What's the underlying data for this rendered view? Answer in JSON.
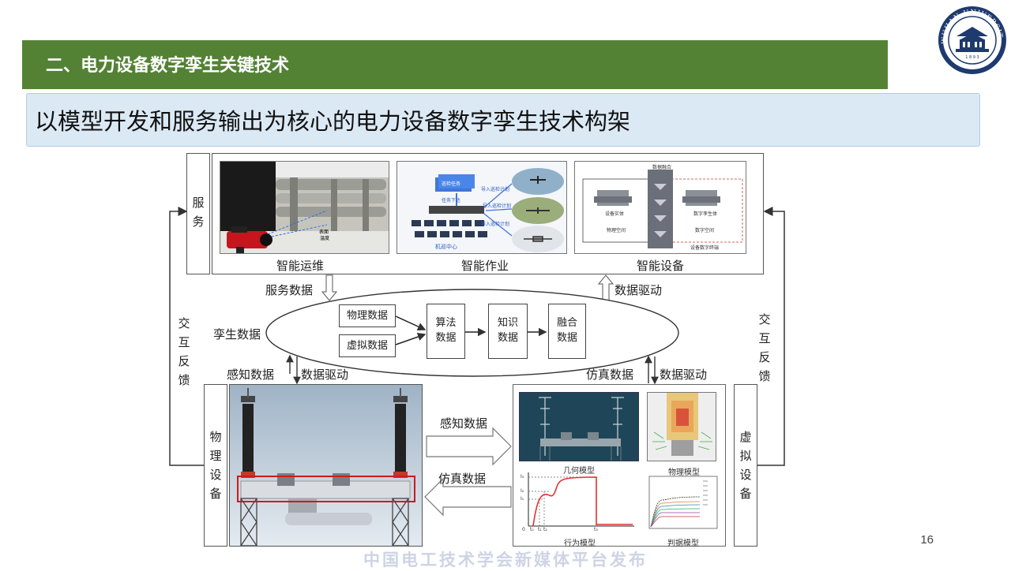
{
  "slide": {
    "section_title": "二、电力设备数字孪生关键技术",
    "subtitle": "以模型开发和服务输出为核心的电力设备数字孪生技术构架",
    "page_number": "16",
    "footer": "中国电工技术学会新媒体平台发布"
  },
  "logo": {
    "text": "WUHAN UNIVERSITY",
    "year": "1 8 9 3"
  },
  "diagram": {
    "service_label": "服务",
    "services": [
      {
        "caption": "智能运维",
        "inner": [
          "表面",
          "温度"
        ]
      },
      {
        "caption": "智能作业",
        "inner": [
          "巡检任务",
          "任务下达",
          "导入巡检计划",
          "导入巡检计划",
          "导入巡检计划",
          "机巡中心"
        ]
      },
      {
        "caption": "智能设备",
        "inner": [
          "数据融合",
          "设备实体",
          "数字孪生体",
          "物理空间",
          "数字空间",
          "设备数字终端"
        ]
      }
    ],
    "service_data": "服务数据",
    "data_drive_top": "数据驱动",
    "twin_data": "孪生数据",
    "data_boxes": {
      "physical": "物理数据",
      "virtual": "虚拟数据",
      "algorithm": "算法数据",
      "knowledge": "知识数据",
      "fusion": "融合数据"
    },
    "interaction_left": "交互反馈",
    "interaction_right": "交互反馈",
    "perception_data": "感知数据",
    "data_drive_left": "数据驱动",
    "simulation_data_top": "仿真数据",
    "data_drive_right": "数据驱动",
    "physical_device": "物理设备",
    "virtual_device": "虚拟设备",
    "arrow_perception": "感知数据",
    "arrow_simulation": "仿真数据",
    "models": {
      "geometry": "几何模型",
      "physics": "物理模型",
      "behavior": "行为模型",
      "rule": "判据模型"
    },
    "behavior_axis": [
      "0",
      "t₀",
      "t₁",
      "t₂",
      "t₃"
    ],
    "behavior_levels": [
      "I₃",
      "I₂",
      "I₁"
    ]
  }
}
